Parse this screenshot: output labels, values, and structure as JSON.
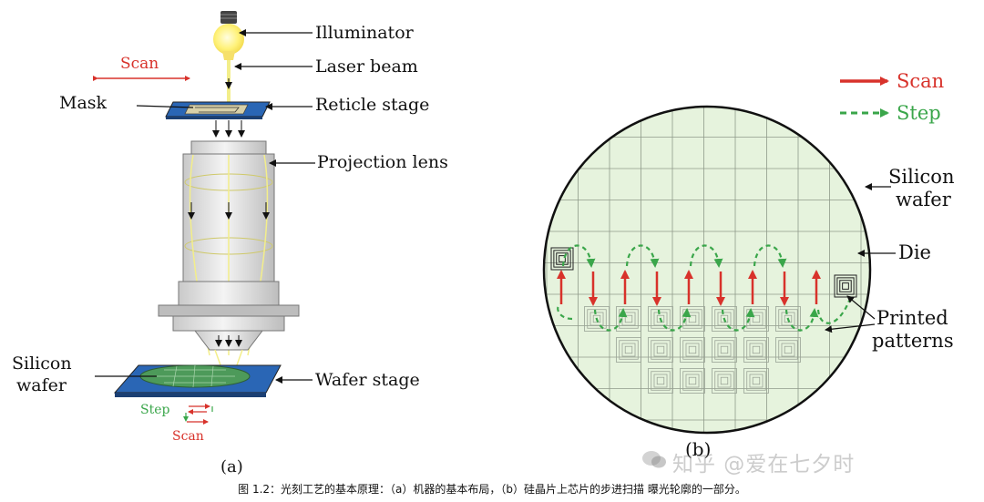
{
  "panel_a": {
    "labels": {
      "illuminator": "Illuminator",
      "laser_beam": "Laser beam",
      "scan": "Scan",
      "mask": "Mask",
      "reticle_stage": "Reticle stage",
      "projection_lens": "Projection lens",
      "silicon_wafer": "Silicon wafer",
      "wafer_stage": "Wafer stage",
      "step": "Step",
      "scan_small": "Scan"
    },
    "panel_label": "(a)"
  },
  "panel_b": {
    "legend": {
      "scan": "Scan",
      "step": "Step"
    },
    "labels": {
      "silicon_wafer": "Silicon wafer",
      "die": "Die",
      "printed_patterns": "Printed patterns"
    },
    "panel_label": "(b)"
  },
  "colors": {
    "scan": "#d8322b",
    "step": "#3aa64a",
    "wafer_fill": "#e6f3dd",
    "stage_blue": "#2a66b5",
    "beam": "#f3ee8a"
  },
  "caption": "图 1.2：光刻工艺的基本原理：（a）机器的基本布局，（b）硅晶片上芯片的步进扫描 曝光轮廓的一部分。",
  "watermark": "知乎 @爱在七夕时"
}
